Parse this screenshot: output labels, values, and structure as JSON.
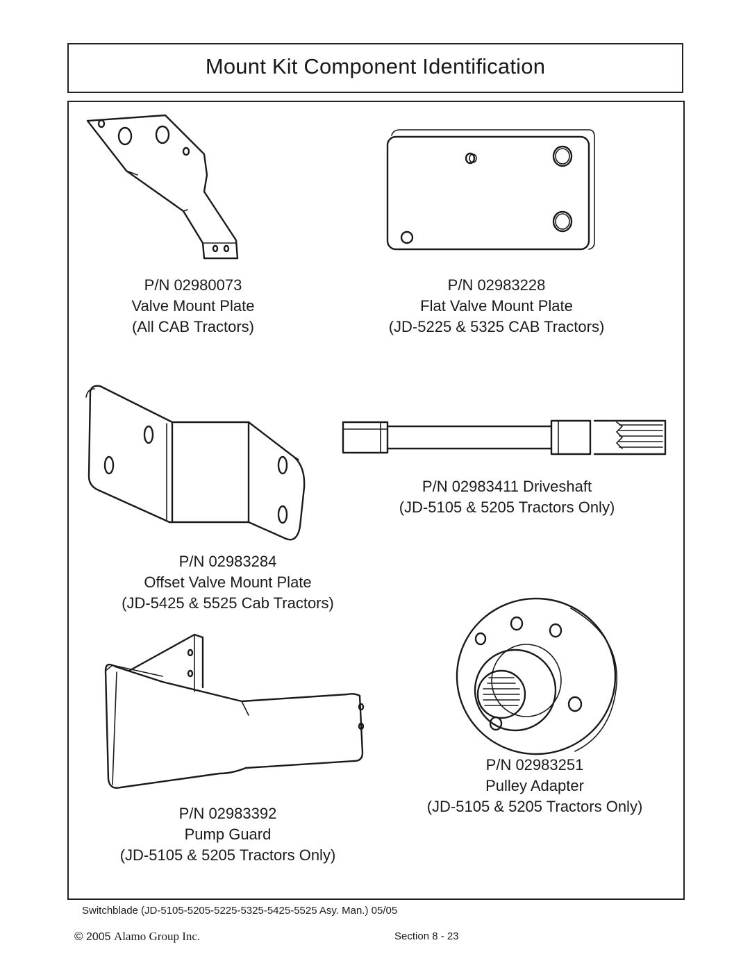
{
  "header": {
    "title": "Mount Kit  Component Identification"
  },
  "parts": [
    {
      "pn": "P/N  02980073",
      "name": "Valve Mount Plate",
      "fit": "(All CAB Tractors)"
    },
    {
      "pn": "P/N  02983228",
      "name": "Flat Valve Mount Plate",
      "fit": "(JD-5225  &  5325  CAB  Tractors)"
    },
    {
      "pn": "P/N  02983411  Driveshaft",
      "fit": "(JD-5105 & 5205 Tractors Only)"
    },
    {
      "pn": "P/N  02983284",
      "name": "Offset Valve Mount Plate",
      "fit": "(JD-5425 & 5525 Cab  Tractors)"
    },
    {
      "pn": "P/N  02983251",
      "name": "Pulley Adapter",
      "fit": "(JD-5105 & 5205 Tractors Only)"
    },
    {
      "pn": "P/N  02983392",
      "name": "Pump Guard",
      "fit": "(JD-5105 & 5205 Tractors Only)"
    }
  ],
  "footer": {
    "manual": "Switchblade  (JD-5105-5205-5225-5325-5425-5525  Asy. Man.) 05/05",
    "copyright_symbol": "©",
    "copyright_year": " 2005 ",
    "copyright_org": "Alamo Group Inc.",
    "section": "Section 8  - 23"
  }
}
